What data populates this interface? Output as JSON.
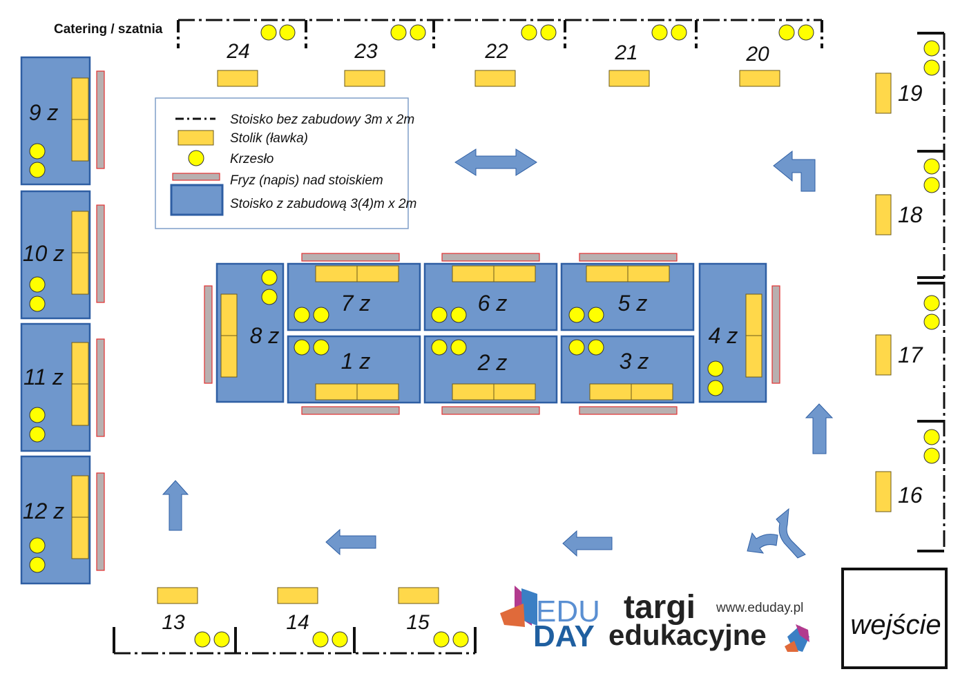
{
  "heading": "Catering / szatnia",
  "colors": {
    "booth_fill": "#6f97cc",
    "booth_stroke": "#2e5ea3",
    "table_fill": "#ffd84a",
    "table_stroke": "#6b5a1a",
    "chair_fill": "#ffff00",
    "frieze_fill": "#b8b0b0",
    "frieze_stroke": "#e23030",
    "arrow_fill": "#6f97cc",
    "legend_border": "#7e9ec8",
    "logo_blue": "#1f5fa0"
  },
  "legend": {
    "items": [
      "Stoisko bez zabudowy 3m x 2m",
      "Stolik (ławka)",
      "Krzesło",
      "Fryz (napis) nad stoiskiem",
      "Stoisko z zabudową 3(4)m x 2m"
    ]
  },
  "booths_built": {
    "left_column": [
      "9 z",
      "10 z",
      "11 z",
      "12 z"
    ],
    "center_top": [
      "7 z",
      "6 z",
      "5 z"
    ],
    "center_bottom": [
      "1 z",
      "2 z",
      "3 z"
    ],
    "center_left": "8 z",
    "center_right": "4 z"
  },
  "stands_open": {
    "top": [
      "24",
      "23",
      "22",
      "21",
      "20"
    ],
    "right": [
      "19",
      "18",
      "17",
      "16"
    ],
    "bottom": [
      "13",
      "14",
      "15"
    ]
  },
  "entrance": "wejście",
  "logo": {
    "edu": "EDU",
    "day": "DAY",
    "line1": "targi",
    "line2": "edukacyjne",
    "url": "www.eduday.pl"
  }
}
